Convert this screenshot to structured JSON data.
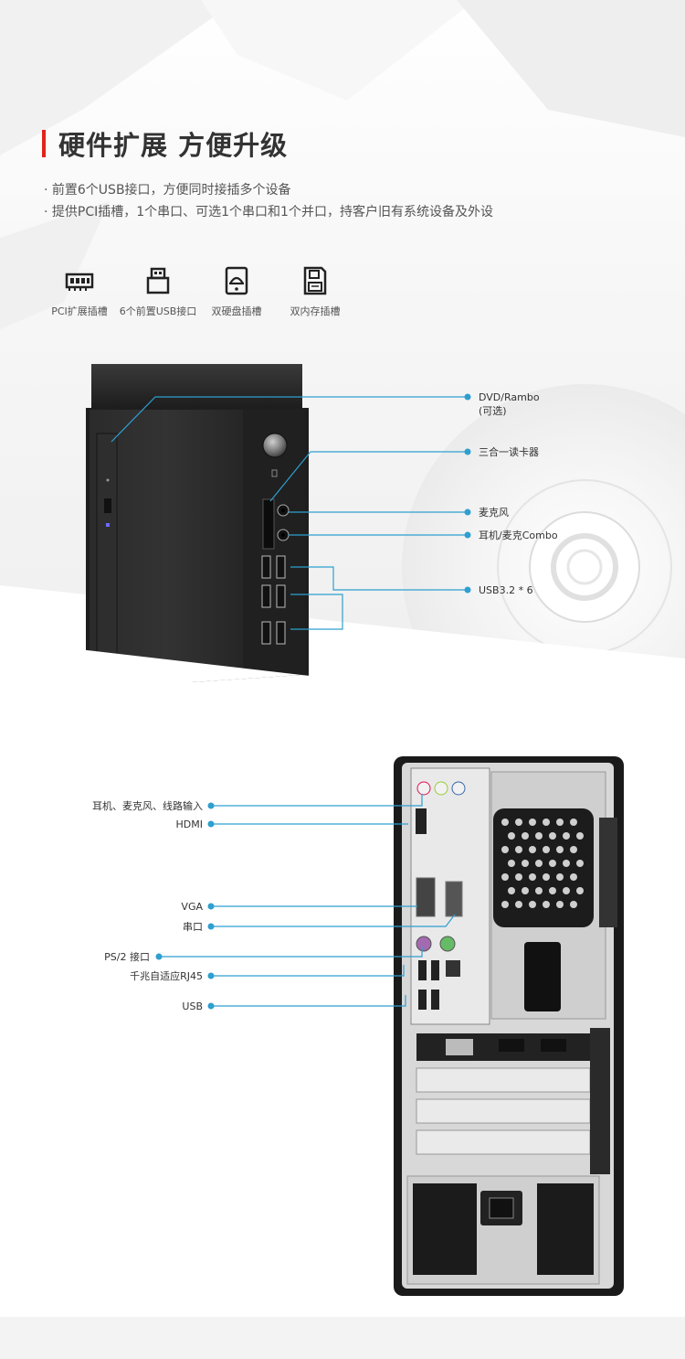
{
  "headline": {
    "title": "硬件扩展 方便升级",
    "accent_color": "#e0241b"
  },
  "bullets": [
    "· 前置6个USB接口，方便同时接插多个设备",
    "· 提供PCI插槽，1个串口、可选1个串口和1个并口，持客户旧有系统设备及外设"
  ],
  "features": [
    {
      "icon": "pci-slot-icon",
      "label": "PCI扩展插槽"
    },
    {
      "icon": "usb-port-icon",
      "label": "6个前置USB接口"
    },
    {
      "icon": "hard-drive-icon",
      "label": "双硬盘插槽"
    },
    {
      "icon": "memory-card-icon",
      "label": "双内存插槽"
    }
  ],
  "front_callouts": [
    {
      "label": "DVD/Rambo",
      "label2": "(可选)"
    },
    {
      "label": "三合一读卡器"
    },
    {
      "label": "麦克风"
    },
    {
      "label": "耳机/麦克Combo"
    },
    {
      "label": "USB3.2 * 6"
    }
  ],
  "rear_callouts": [
    {
      "label": "耳机、麦克风、线路输入"
    },
    {
      "label": "HDMI"
    },
    {
      "label": "VGA"
    },
    {
      "label": "串口"
    },
    {
      "label": "PS/2 接口"
    },
    {
      "label": "千兆自适应RJ45"
    },
    {
      "label": "USB"
    }
  ],
  "colors": {
    "callout_line": "#2e9fd0",
    "chassis": "#2a2a2a",
    "text": "#333333"
  }
}
